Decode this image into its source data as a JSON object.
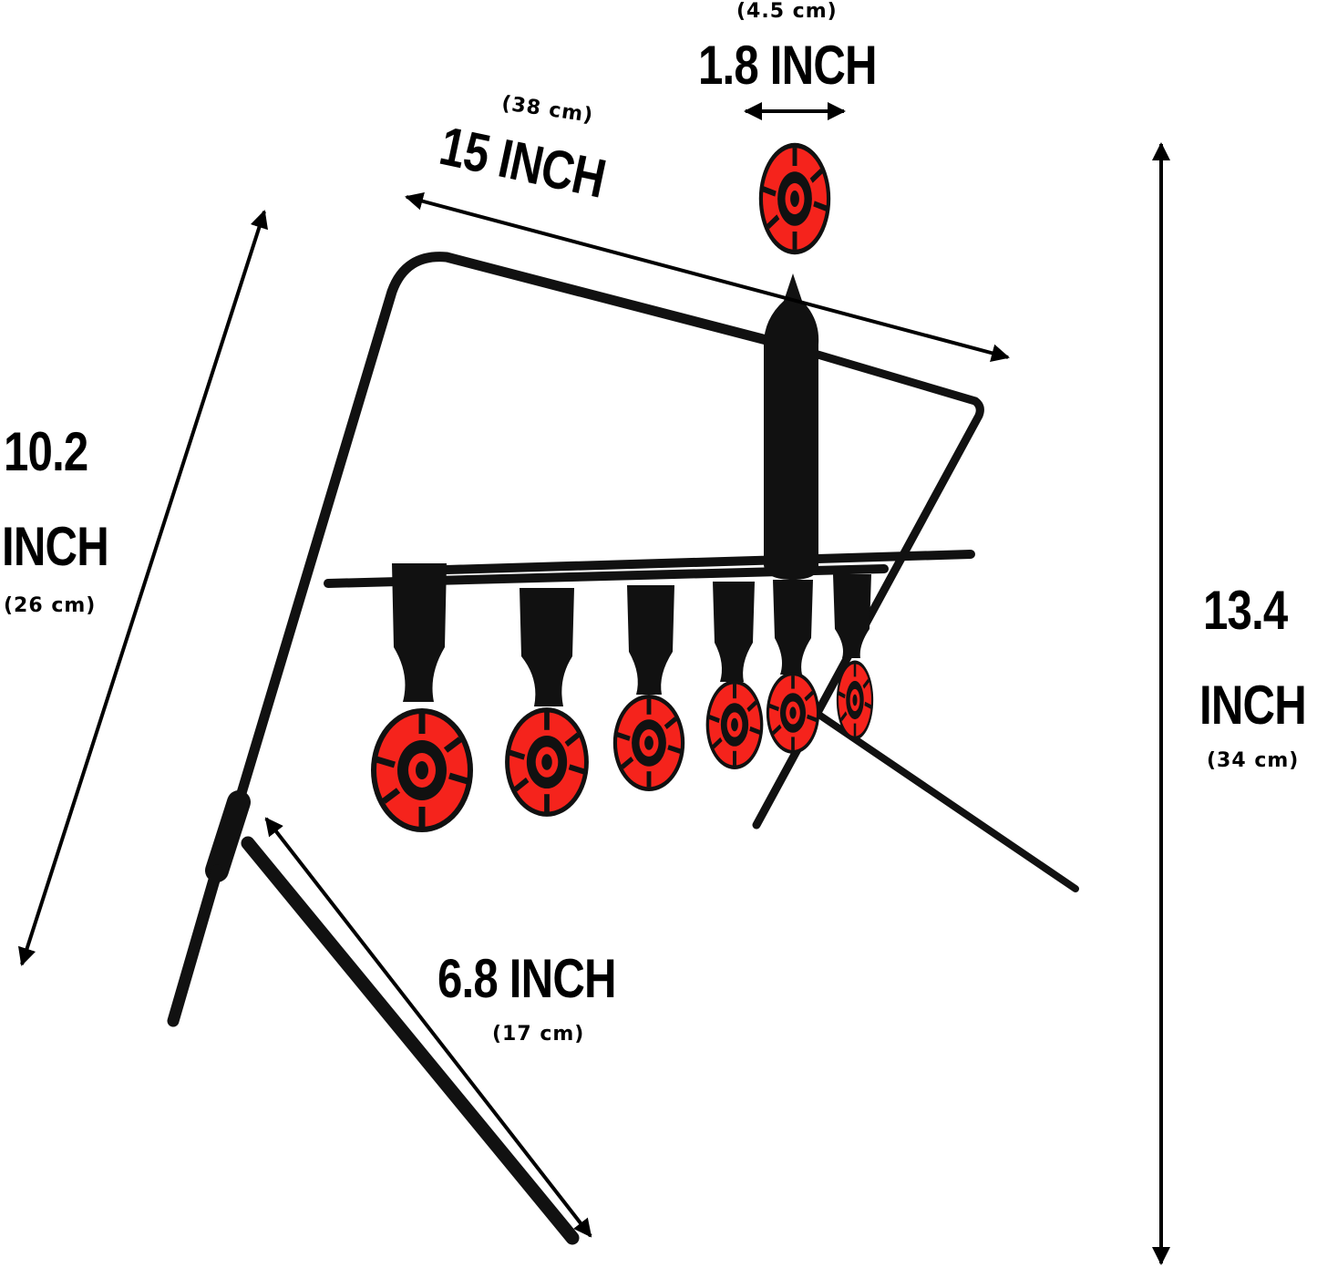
{
  "colors": {
    "background": "#ffffff",
    "metal": "#111111",
    "target_red": "#f5231c",
    "arrow": "#000000"
  },
  "dimensions": {
    "target_width": {
      "inch": "1.8 INCH",
      "cm": "(4.5 cm)"
    },
    "frame_width": {
      "inch": "15 INCH",
      "cm": "(38 cm)"
    },
    "frame_height": {
      "inch_value": "10.2",
      "inch_unit": "INCH",
      "cm": "(26 cm)"
    },
    "total_height": {
      "inch_value": "13.4",
      "inch_unit": "INCH",
      "cm": "(34 cm)"
    },
    "leg_length": {
      "inch": "6.8 INCH",
      "cm": "(17 cm)"
    }
  },
  "product": {
    "top_target_count": 1,
    "hanging_target_count": 6
  }
}
